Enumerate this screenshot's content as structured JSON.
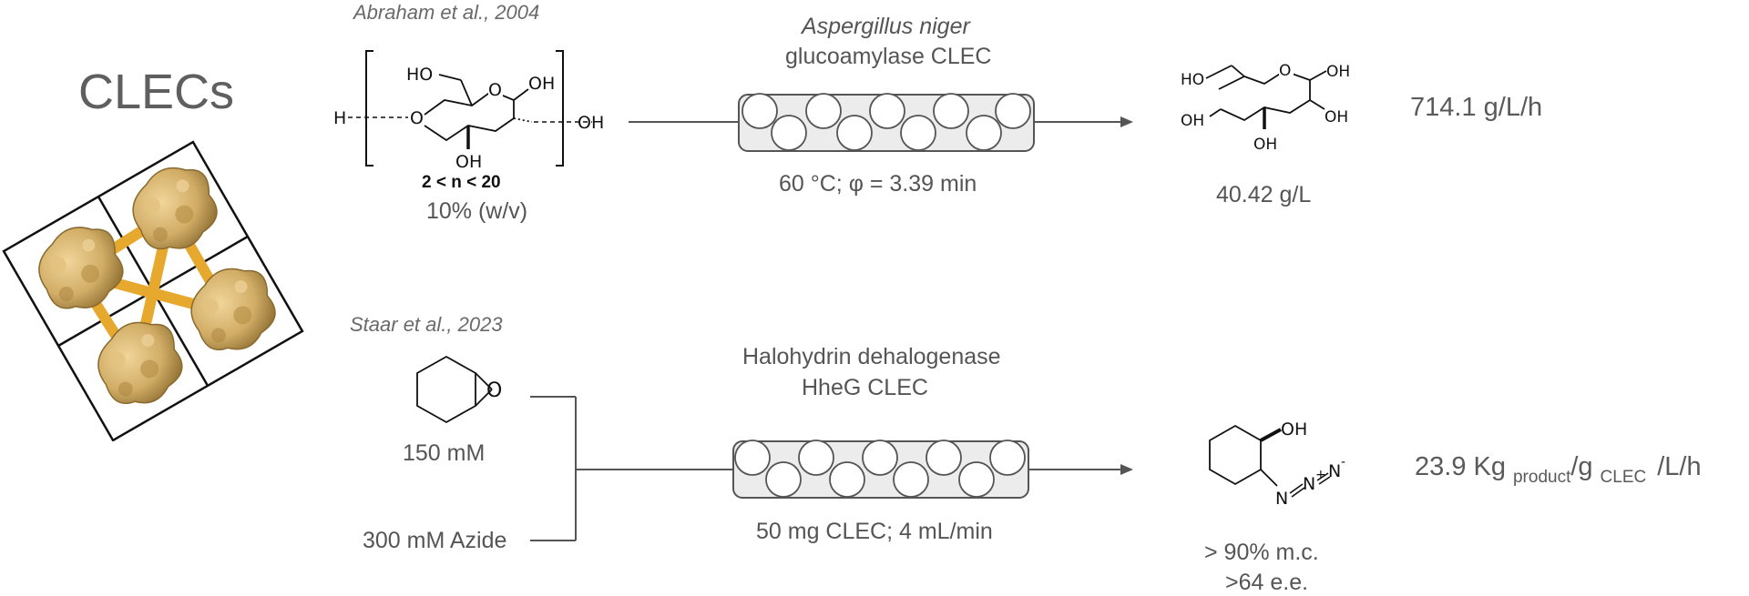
{
  "title": "CLECs",
  "reactions": [
    {
      "citation": "Abraham et al., 2004",
      "substrate": {
        "repeat_label": "2 < n < 20",
        "concentration": "10% (w/v)",
        "atoms": {
          "ho": "HO",
          "oh_ring": "OH",
          "oh_bottom": "OH",
          "h": "H",
          "oh_chain": "OH",
          "o_ring": "O",
          "o_link": "O"
        }
      },
      "enzyme": {
        "organism": "Aspergillus niger",
        "name": "glucoamylase CLEC"
      },
      "conditions": "60 °C; φ = 3.39 min",
      "product": {
        "amount": "40.42 g/L",
        "atoms": {
          "ho": "HO",
          "oh1": "OH",
          "oh2": "OH",
          "oh3": "OH",
          "oh4": "OH",
          "o": "O"
        }
      },
      "productivity": "714.1 g/L/h"
    },
    {
      "citation": "Staar et al., 2023",
      "substrate": {
        "concentration": "150 mM",
        "atoms": {
          "o": "O"
        }
      },
      "reagent": "300 mM Azide",
      "enzyme": {
        "name": "Halohydrin dehalogenase",
        "variant": "HheG CLEC"
      },
      "conditions": "50 mg CLEC; 4 mL/min",
      "product": {
        "conversion": "> 90% m.c.",
        "ee": ">64 e.e.",
        "atoms": {
          "oh": "OH",
          "n1": "N",
          "n2": "N",
          "n3": "N",
          "plus": "+",
          "minus": "-"
        }
      },
      "productivity": {
        "value": "23.9 Kg",
        "sub1": "product",
        "sep": "/g",
        "sub2": "CLEC",
        "tail": "/L/h"
      }
    }
  ],
  "colors": {
    "protein": "#c8a45a",
    "crosslink": "#e6a92e",
    "line": "#555555",
    "bead_fill": "#ffffff",
    "column_fill": "#ececec"
  }
}
